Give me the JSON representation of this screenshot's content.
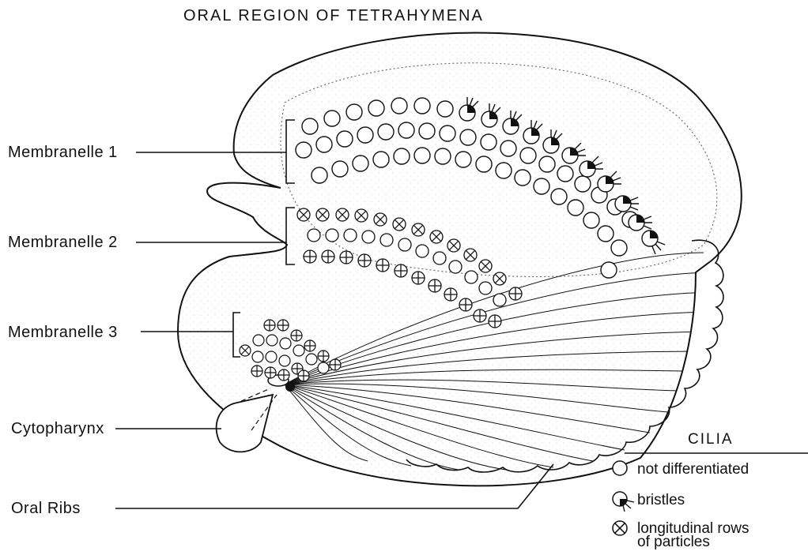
{
  "title": "ORAL REGION OF TETRAHYMENA",
  "labels": {
    "membranelle1": "Membranelle 1",
    "membranelle2": "Membranelle 2",
    "membranelle3": "Membranelle 3",
    "cytopharynx": "Cytopharynx",
    "oral_ribs": "Oral Ribs"
  },
  "legend": {
    "title": "CILIA",
    "items": [
      {
        "symbol": "open-circle-icon",
        "label": "not differentiated"
      },
      {
        "symbol": "bristle-circle-icon",
        "label": "bristles"
      },
      {
        "symbol": "crossed-circle-icon",
        "label_line1": "longitudinal rows",
        "label_line2": "of particles"
      }
    ]
  }
}
